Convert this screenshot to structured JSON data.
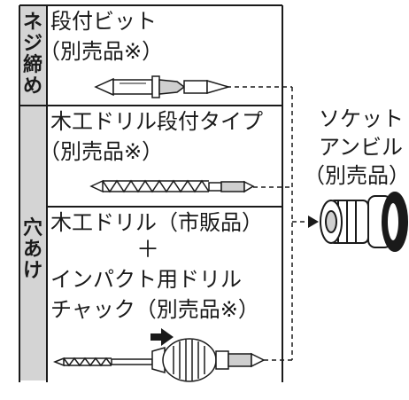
{
  "categories": {
    "screw": "ネジ締め",
    "hole": "穴あけ"
  },
  "items": [
    {
      "name": "段付ビット",
      "note": "（別売品※）"
    },
    {
      "name": "木工ドリル段付タイプ",
      "note": "（別売品※）"
    },
    {
      "name": "木工ドリル（市販品）",
      "plus": "＋",
      "name2": "インパクト用ドリル",
      "name3": "チャック（別売品※）"
    }
  ],
  "socket": {
    "line1": "ソケット",
    "line2": "アンビル",
    "line3": "（別売品）"
  },
  "colors": {
    "line": "#1a1a1a",
    "category_bg": "#d4d4d4",
    "part_fill": "#ffffff",
    "part_shade": "#cfcfcf"
  }
}
